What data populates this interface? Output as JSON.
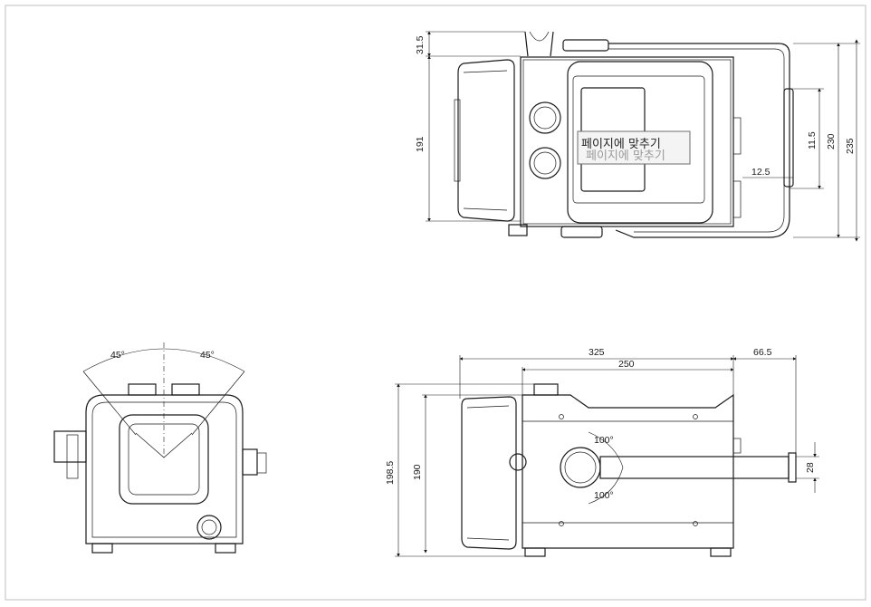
{
  "drawing": {
    "top_view": {
      "dims": {
        "top_offset": "31.5",
        "body_height": "191",
        "handle_grip": "11.5",
        "overall_height_a": "230",
        "overall_height_b": "235",
        "handle_offset": "12.5"
      }
    },
    "front_view": {
      "angle_left": "45°",
      "angle_right": "45°"
    },
    "side_view": {
      "dims": {
        "overall_length": "325",
        "body_length": "250",
        "handle_extension": "66.5",
        "overall_height": "198.5",
        "body_height": "190",
        "handle_diameter": "28"
      },
      "rotation_up": "100°",
      "rotation_down": "100°"
    }
  },
  "tooltip": {
    "text": "페이지에 맞추기"
  }
}
